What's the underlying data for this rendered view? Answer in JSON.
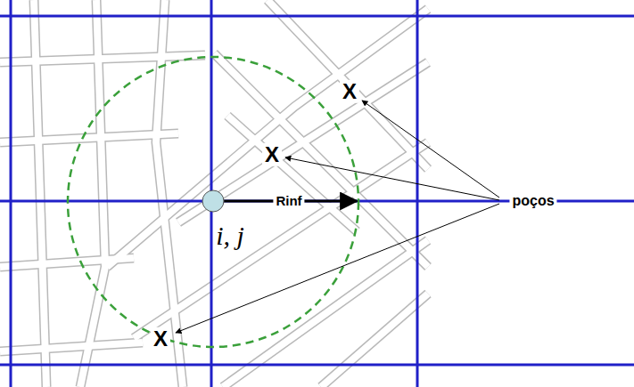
{
  "diagram": {
    "labels": [
      "X",
      "X",
      "Rinf",
      "i, j",
      "X",
      "poços"
    ]
  }
}
